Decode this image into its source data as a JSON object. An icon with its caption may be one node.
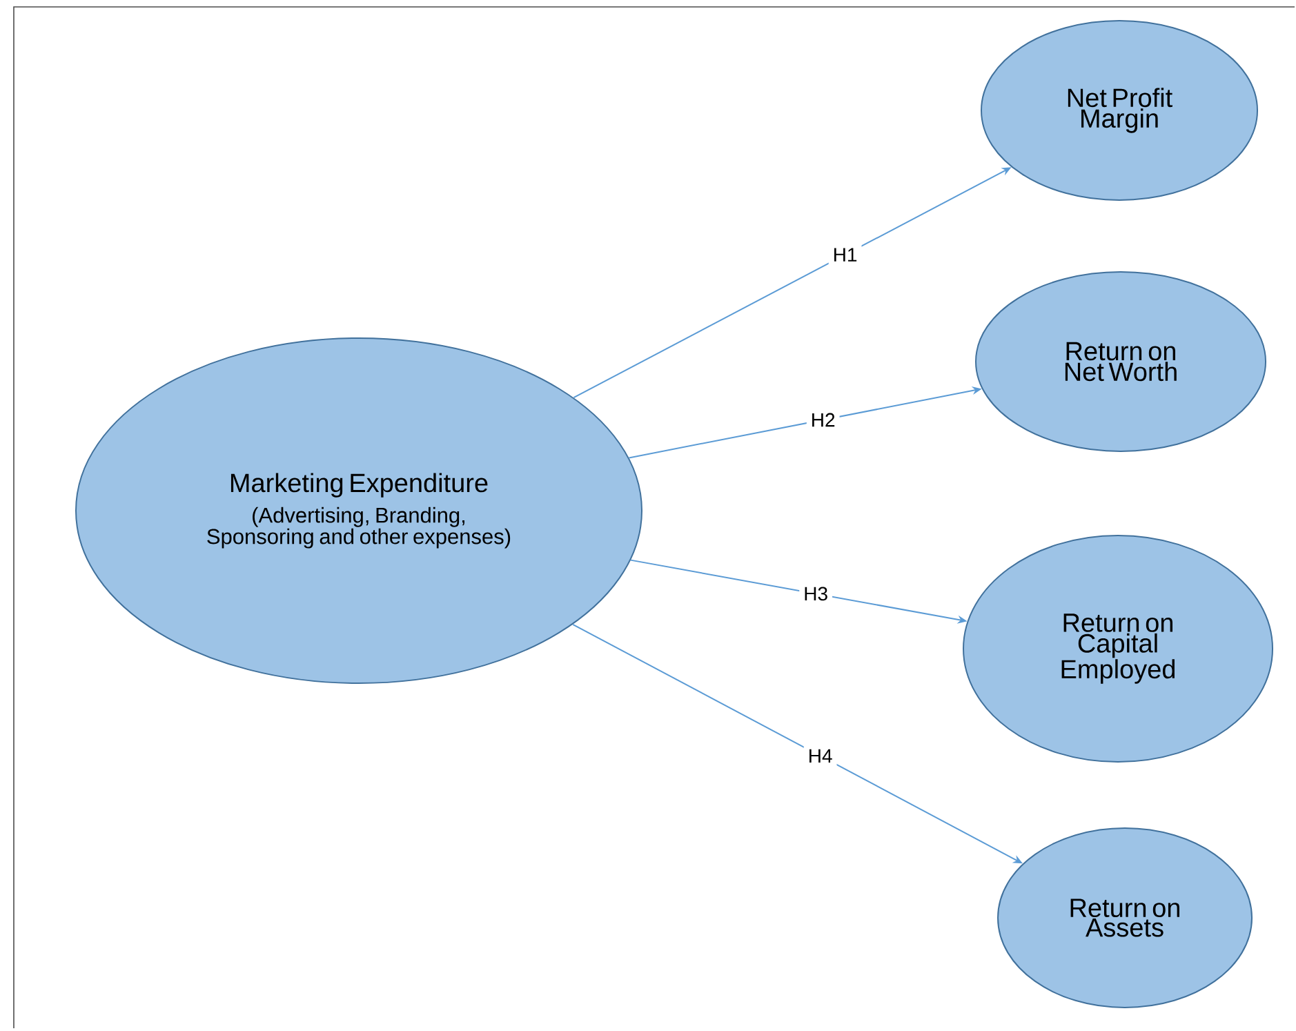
{
  "diagram": {
    "nodes": [
      {
        "text": [
          "Marketing Expenditure",
          "(Advertising, Branding, Sponsoring and other expenses)"
        ]
      },
      {
        "text": [
          "Net Profit Margin"
        ]
      },
      {
        "text": [
          "Return on Net Worth"
        ]
      },
      {
        "text": [
          "Return on Capital Employed"
        ]
      },
      {
        "text": [
          "Return on Assets"
        ]
      }
    ],
    "edges": [
      {
        "from": 0,
        "to": 1,
        "arrow": "to",
        "label": "H1"
      },
      {
        "from": 0,
        "to": 2,
        "arrow": "to",
        "label": "H2"
      },
      {
        "from": 0,
        "to": 3,
        "arrow": "to",
        "label": "H3"
      },
      {
        "from": 0,
        "to": 4,
        "arrow": "to",
        "label": "H4"
      }
    ]
  }
}
